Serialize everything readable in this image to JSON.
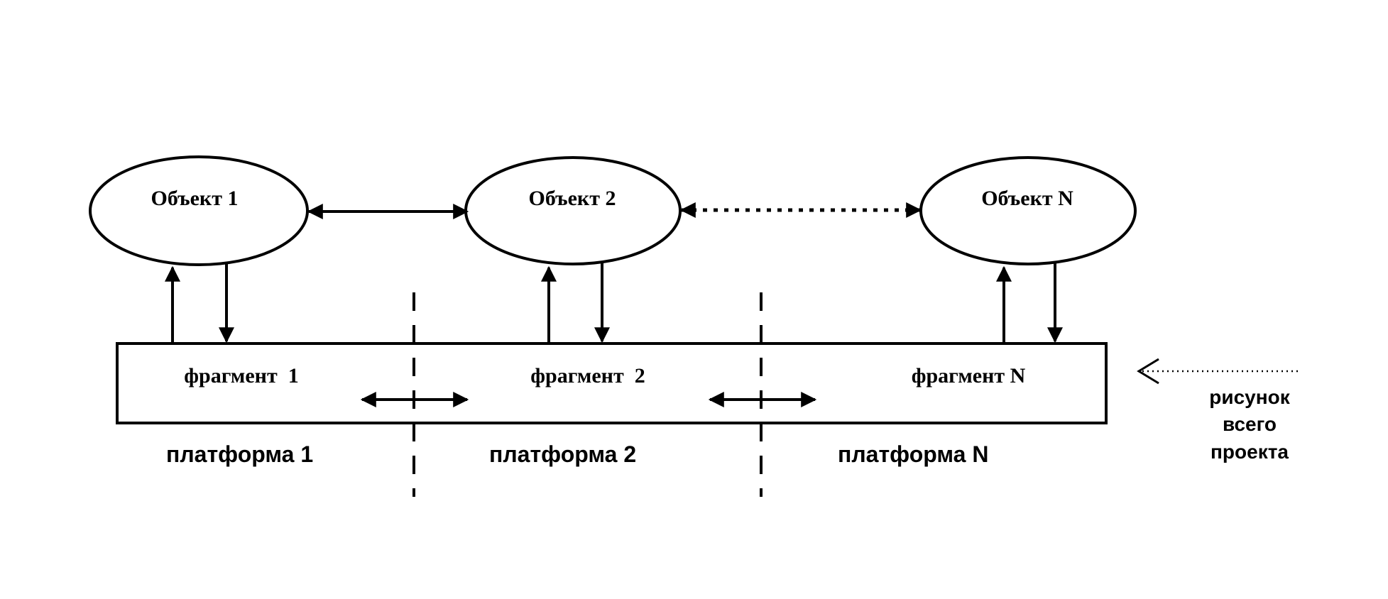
{
  "objects": [
    {
      "label": "Объект 1"
    },
    {
      "label": "Объект 2"
    },
    {
      "label": "Объект N"
    }
  ],
  "fragments": [
    {
      "label": "фрагмент  1"
    },
    {
      "label": "фрагмент  2"
    },
    {
      "label": "фрагмент N"
    }
  ],
  "platforms": [
    {
      "label": "платформа 1"
    },
    {
      "label": "платформа 2"
    },
    {
      "label": "платформа N"
    }
  ],
  "project_note": {
    "lines": [
      "рисунок",
      "всего",
      "проекта"
    ]
  },
  "colors": {
    "stroke": "#000000",
    "background": "#ffffff"
  }
}
